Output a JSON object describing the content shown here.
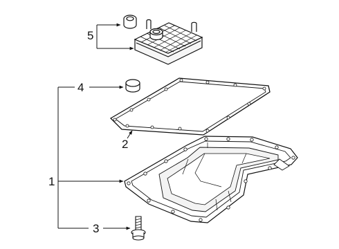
{
  "diagram": {
    "callouts": {
      "c1": "1",
      "c2": "2",
      "c3": "3",
      "c4": "4",
      "c5": "5"
    },
    "parts": [
      {
        "id": "oil-pan",
        "callout": "1"
      },
      {
        "id": "pan-gasket",
        "callout": "2"
      },
      {
        "id": "pan-bolt",
        "callout": "3"
      },
      {
        "id": "plug",
        "callout": "4"
      },
      {
        "id": "filter",
        "callout": "5"
      },
      {
        "id": "filter-seal",
        "callout": "5"
      }
    ]
  }
}
